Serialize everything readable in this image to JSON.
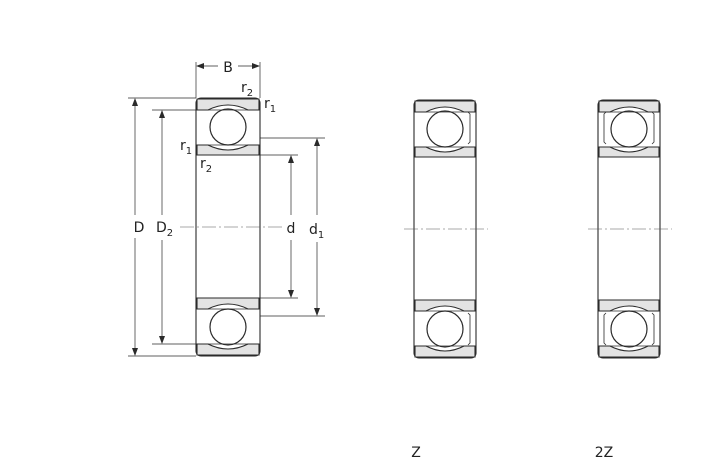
{
  "dimensions": {
    "width": "B",
    "outer_diameter": "D",
    "shoulder_outer": {
      "base": "D",
      "sub": "2"
    },
    "bore": "d",
    "shoulder_inner": {
      "base": "d",
      "sub": "1"
    },
    "chamfer_1": {
      "base": "r",
      "sub": "1"
    },
    "chamfer_2": {
      "base": "r",
      "sub": "2"
    }
  },
  "variants": {
    "single_shield": "Z",
    "double_shield": "2Z"
  },
  "colors": {
    "line": "#2a2a2a",
    "ring_fill": "#e3e3e3",
    "background": "#ffffff"
  }
}
